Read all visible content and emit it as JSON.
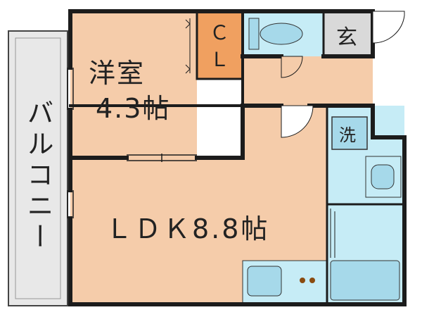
{
  "rooms": {
    "western_room": {
      "name": "洋室",
      "size": "4.3帖"
    },
    "ldk": {
      "label": "ＬＤＫ8.8帖"
    },
    "closet": {
      "line1": "Ｃ",
      "line2": "Ｌ"
    },
    "balcony": {
      "label": "バルコニー"
    },
    "entrance": {
      "label": "玄"
    },
    "washer": {
      "label": "洗"
    }
  },
  "colors": {
    "room_fill": "#f5ccaa",
    "closet_fill": "#f0a060",
    "wet_fill": "#c6ecf6",
    "fixture_fill": "#a6d9ea",
    "entrance_fill": "#d9d9d9",
    "balcony_fill": "#e8e8e8",
    "wall": "#1c1c1c"
  }
}
